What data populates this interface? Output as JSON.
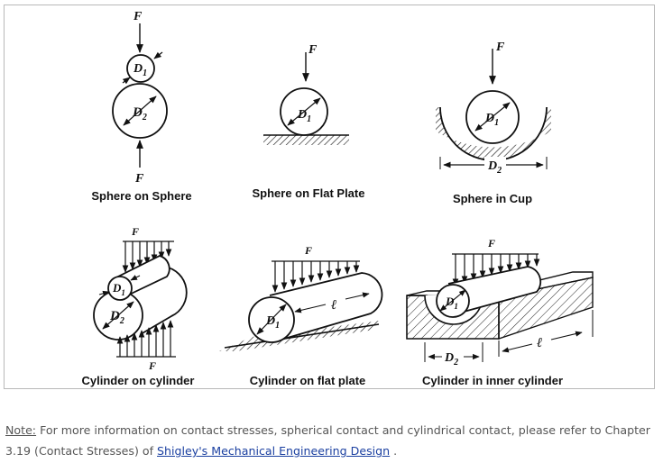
{
  "diagram": {
    "force_label": "F",
    "length_label": "ℓ",
    "captions": {
      "sphere_on_sphere": "Sphere on Sphere",
      "sphere_on_flat_plate": "Sphere on Flat Plate",
      "sphere_in_cup": "Sphere in Cup",
      "cylinder_on_cylinder": "Cylinder on cylinder",
      "cylinder_on_flat_plate": "Cylinder on flat plate",
      "cylinder_in_inner_cylinder": "Cylinder in inner cylinder"
    },
    "d1": {
      "base": "D",
      "sub": "1"
    },
    "d2": {
      "base": "D",
      "sub": "2"
    }
  },
  "note": {
    "lead": "Note:",
    "text": " For more information on contact stresses, spherical contact and cylindrical contact, please refer to Chapter 3.19 (Contact Stresses) of ",
    "link": "Shigley's Mechanical Engineering Design",
    "tail": " ."
  }
}
